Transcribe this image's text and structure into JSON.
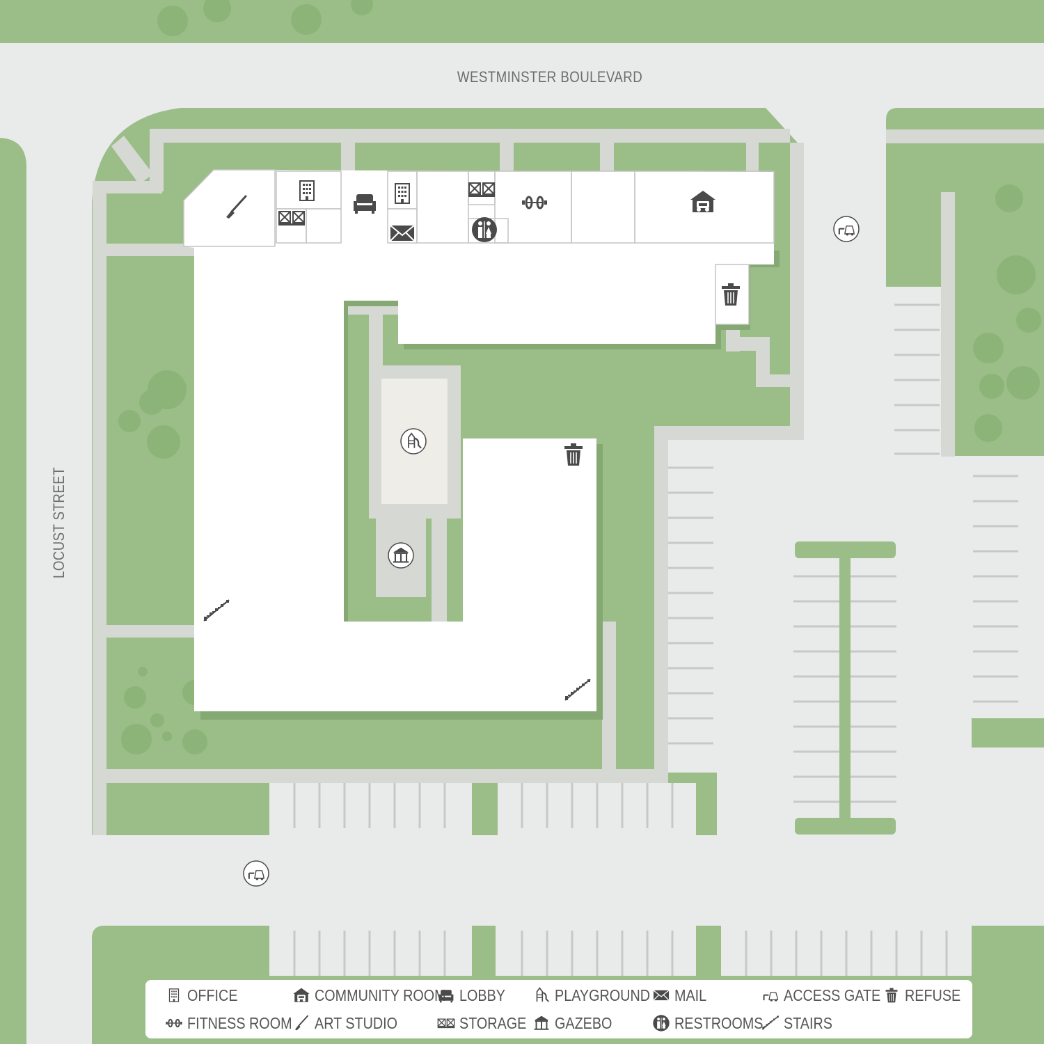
{
  "streets": {
    "top": "WESTMINSTER BOULEVARD",
    "left": "LOCUST STREET"
  },
  "colors": {
    "grass": "#9bbd87",
    "road": "#e9eaea",
    "walkway": "#d5d8d3",
    "building": "#ffffff",
    "building_shadow": "#86a873",
    "icon": "#4a4a4a"
  },
  "legend": [
    {
      "label": "OFFICE",
      "icon": "office-icon"
    },
    {
      "label": "COMMUNITY ROOM",
      "icon": "community-room-icon"
    },
    {
      "label": "LOBBY",
      "icon": "lobby-icon"
    },
    {
      "label": "PLAYGROUND",
      "icon": "playground-icon"
    },
    {
      "label": "MAIL",
      "icon": "mail-icon"
    },
    {
      "label": "ACCESS GATE",
      "icon": "access-gate-icon"
    },
    {
      "label": "REFUSE",
      "icon": "refuse-icon"
    },
    {
      "label": "FITNESS ROOM",
      "icon": "fitness-room-icon"
    },
    {
      "label": "ART STUDIO",
      "icon": "art-studio-icon"
    },
    {
      "label": "STORAGE",
      "icon": "storage-icon"
    },
    {
      "label": "GAZEBO",
      "icon": "gazebo-icon"
    },
    {
      "label": "RESTROOMS",
      "icon": "restrooms-icon"
    },
    {
      "label": "STAIRS",
      "icon": "stairs-icon"
    }
  ]
}
